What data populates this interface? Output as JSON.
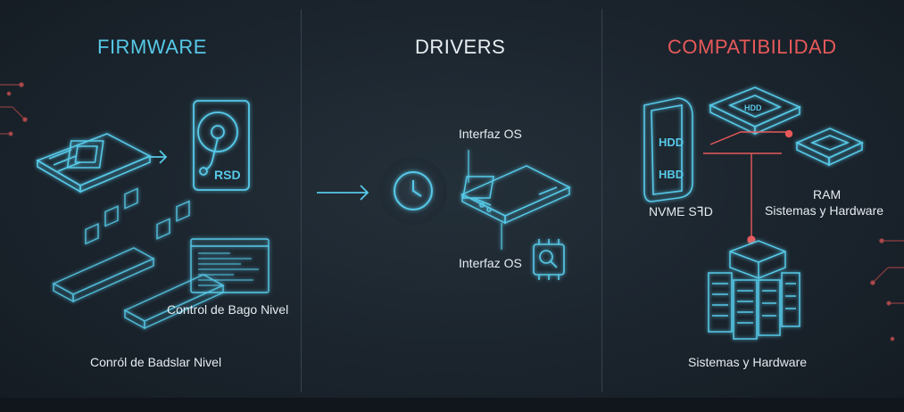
{
  "columns": {
    "firmware": {
      "title": "FIRMWARE",
      "disk_label": "RSD",
      "code_label": "Control de Bago Nivel",
      "bottom_label": "Conról de Badslar Nivel"
    },
    "drivers": {
      "title": "DRIVERS",
      "interface_top": "Interfaz OS",
      "interface_bottom": "Interfaz OS"
    },
    "compatibility": {
      "title": "COMPATIBILIDAD",
      "hdd_text_1": "HDD",
      "hdd_text_2": "HBD",
      "cpu_chip_text": "HDD",
      "nvme_label": "NVME SꟻD",
      "ram_label_1": "RAM",
      "ram_label_2": "Sistemas y Hardware",
      "bottom_label": "Sistemas y Hardware"
    }
  },
  "colors": {
    "accent_cyan": "#57c9e8",
    "accent_red": "#e8595a",
    "text": "#e6ecf0"
  }
}
